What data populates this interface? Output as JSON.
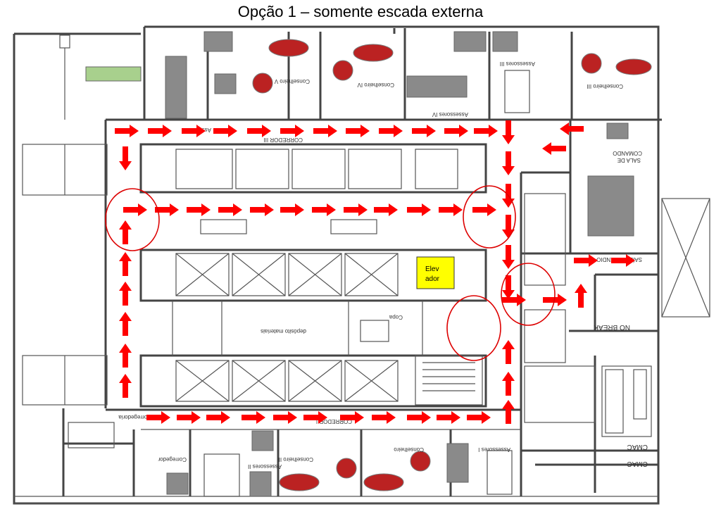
{
  "title": "Opção 1 – somente escada externa",
  "rooms": {
    "conselheiro_v": "Conselheiro V",
    "conselheiro_iv": "Conselheiro IV",
    "assessores_iv": "Assessores IV",
    "assessores_iii": "Assessores III",
    "conselheiro_iii": "Conselheiro III",
    "assessores_top": "Assessores",
    "corredor_iii": "CORREDOR III",
    "sala_comando_1": "SALA DE",
    "sala_comando_2": "COMANDO",
    "saida_incendio": "SAÍDA INCÊNDIO",
    "no_break": "NO BREAK",
    "cmac_1": "CMAC",
    "cmac_2": "CMAC",
    "elevador_1": "Elev",
    "elevador_2": "ador",
    "copa": "Copa",
    "deposito": "depósito materiais",
    "corregedoria": "Corregedoria",
    "corregedor": "Corregedor",
    "assessores_ii": "Assessores II",
    "conselheiro_ii": "Conselheiro II",
    "conselheiro": "Conselheiro",
    "assessores_i": "Assessores I",
    "corredor_i": "CORREDOR I"
  },
  "colors": {
    "route": "#ff0000",
    "elevator": "#ffff00",
    "meeting_table": "#a8d08d",
    "furniture": "#8a8a8a",
    "director_desk": "#b22222"
  }
}
